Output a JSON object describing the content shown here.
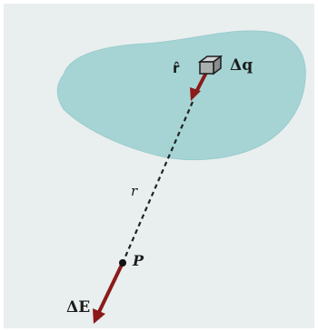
{
  "labels": {
    "unit_vector": "r̂",
    "source_charge": "Δq",
    "distance": "r",
    "field_point": "P",
    "field_vector": "ΔE"
  },
  "colors": {
    "background": "#e9eeef",
    "blob_fill": "#a6d4d5",
    "arrow_color": "#8b1a1a",
    "line_color": "#222222",
    "text_color": "#1c1c1c"
  }
}
